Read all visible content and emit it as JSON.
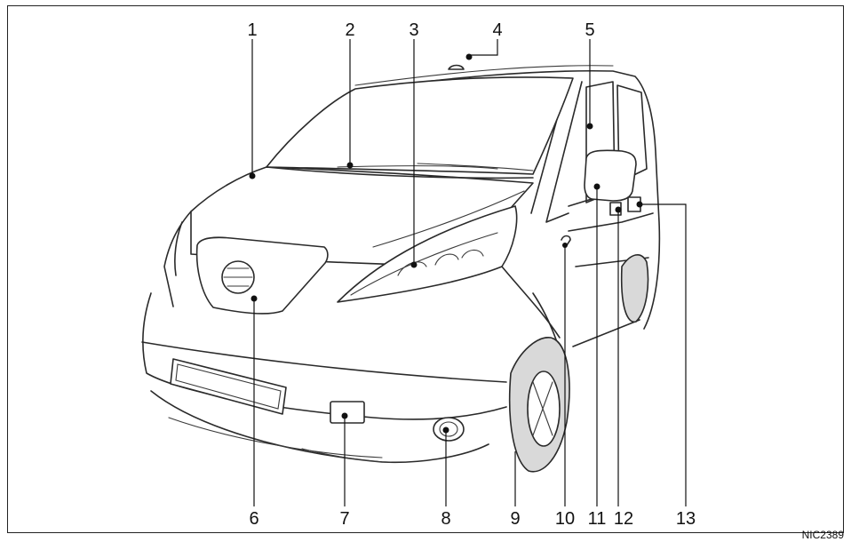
{
  "callouts": [
    {
      "id": "1",
      "label": "1"
    },
    {
      "id": "2",
      "label": "2"
    },
    {
      "id": "3",
      "label": "3"
    },
    {
      "id": "4",
      "label": "4"
    },
    {
      "id": "5",
      "label": "5"
    },
    {
      "id": "6",
      "label": "6"
    },
    {
      "id": "7",
      "label": "7"
    },
    {
      "id": "8",
      "label": "8"
    },
    {
      "id": "9",
      "label": "9"
    },
    {
      "id": "10",
      "label": "10"
    },
    {
      "id": "11",
      "label": "11"
    },
    {
      "id": "12",
      "label": "12"
    },
    {
      "id": "13",
      "label": "13"
    }
  ],
  "figure_code": "NIC2389"
}
